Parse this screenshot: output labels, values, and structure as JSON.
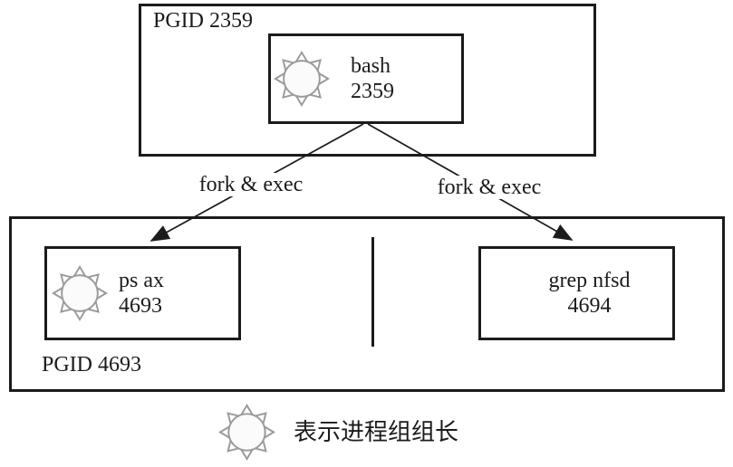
{
  "colors": {
    "line": "#1b1b1b",
    "icon_gray": "#9a9a9a",
    "background": "#ffffff"
  },
  "diagram": {
    "top_group": {
      "label": "PGID 2359",
      "process": {
        "name": "bash",
        "pid": "2359",
        "leader": true
      }
    },
    "edges": [
      {
        "label": "fork & exec"
      },
      {
        "label": "fork & exec"
      }
    ],
    "bottom_group": {
      "label": "PGID 4693",
      "processes": [
        {
          "name": "ps ax",
          "pid": "4693",
          "leader": true
        },
        {
          "name": "grep nfsd",
          "pid": "4694",
          "leader": false
        }
      ]
    },
    "legend": {
      "icon": "group-leader-sun-icon",
      "text": "表示进程组组长"
    }
  }
}
